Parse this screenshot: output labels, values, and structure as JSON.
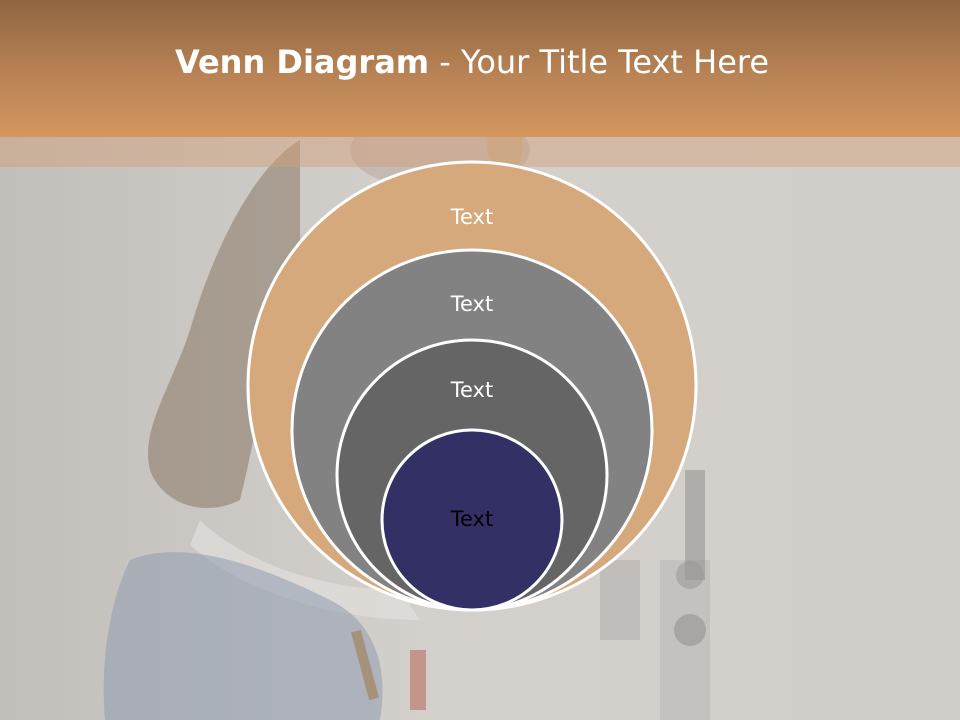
{
  "slide": {
    "title_bold": "Venn Diagram",
    "title_rest": " - Your Title Text Here"
  },
  "diagram": {
    "circles": [
      {
        "label": "Text",
        "fill": "#d6a97c",
        "text_color": "#ffffff"
      },
      {
        "label": "Text",
        "fill": "#828282",
        "text_color": "#ffffff"
      },
      {
        "label": "Text",
        "fill": "#656565",
        "text_color": "#ffffff"
      },
      {
        "label": "Text",
        "fill": "#323064",
        "text_color": "#000000"
      }
    ],
    "stroke_color": "#ffffff"
  },
  "colors": {
    "header_top": "#8f6540",
    "header_bottom": "#d3965e",
    "background": "#cfcbc7"
  }
}
